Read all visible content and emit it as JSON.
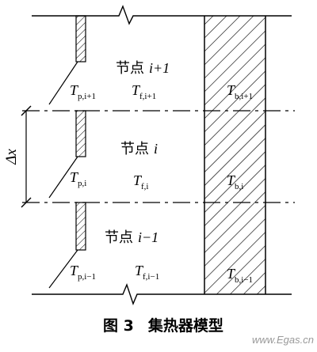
{
  "nodes": [
    {
      "name": "节点",
      "index": "i+1",
      "tp": "p,i+1",
      "tf": "f,i+1",
      "tb": "b,i+1"
    },
    {
      "name": "节点",
      "index": "i",
      "tp": "p,i",
      "tf": "f,i",
      "tb": "b,i"
    },
    {
      "name": "节点",
      "index": "i−1",
      "tp": "p,i−1",
      "tf": "f,i−1",
      "tb": "b,i−1"
    }
  ],
  "symbols": {
    "T": "T",
    "delta": "Δx"
  },
  "caption": {
    "figure": "图 3",
    "title": "集热器模型"
  },
  "watermark": "www.Egas.cn"
}
